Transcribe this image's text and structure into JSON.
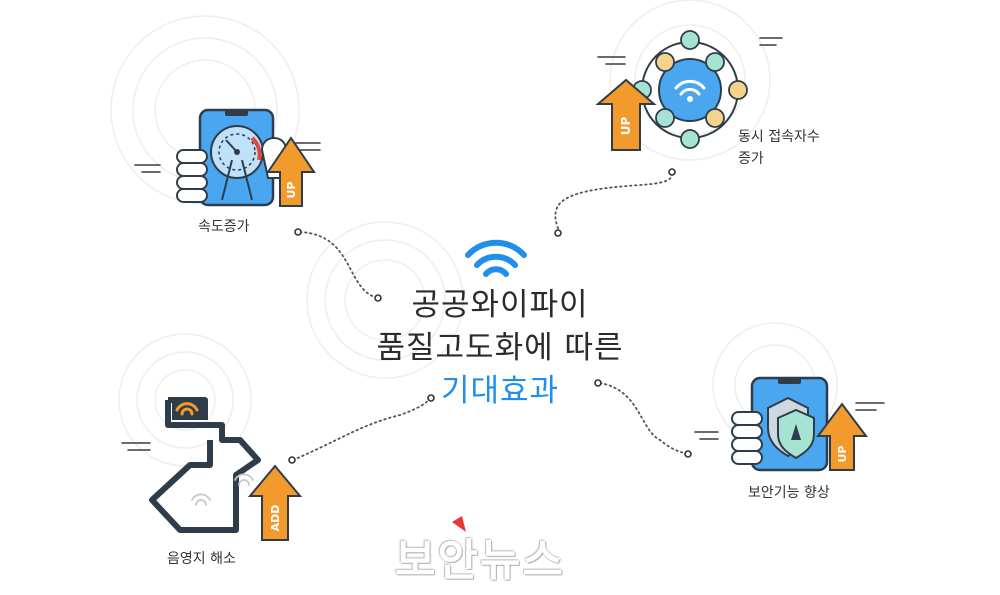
{
  "title": {
    "line1": "공공와이파이",
    "line2": "품질고도화에 따른",
    "line3": "기대효과"
  },
  "items": {
    "speed": {
      "label": "속도증가",
      "badge": "UP"
    },
    "users": {
      "label_line1": "동시 접속자수",
      "label_line2": "증가",
      "badge": "UP"
    },
    "security": {
      "label": "보안기능 향상",
      "badge": "UP"
    },
    "coverage": {
      "label": "음영지 해소",
      "badge": "ADD"
    }
  },
  "watermark": "보안뉴스",
  "colors": {
    "accent_blue": "#1f8fea",
    "device_blue": "#4aa6ee",
    "arrow_orange": "#f39a2c",
    "outline_dark": "#2f3d4a",
    "shield_green": "#a6e3d2"
  },
  "icons": [
    "wifi-icon",
    "phone-icon",
    "speedometer-icon",
    "hand-icon",
    "up-arrow-icon",
    "user-icon",
    "shield-icon",
    "router-icon",
    "floorplan-icon"
  ]
}
